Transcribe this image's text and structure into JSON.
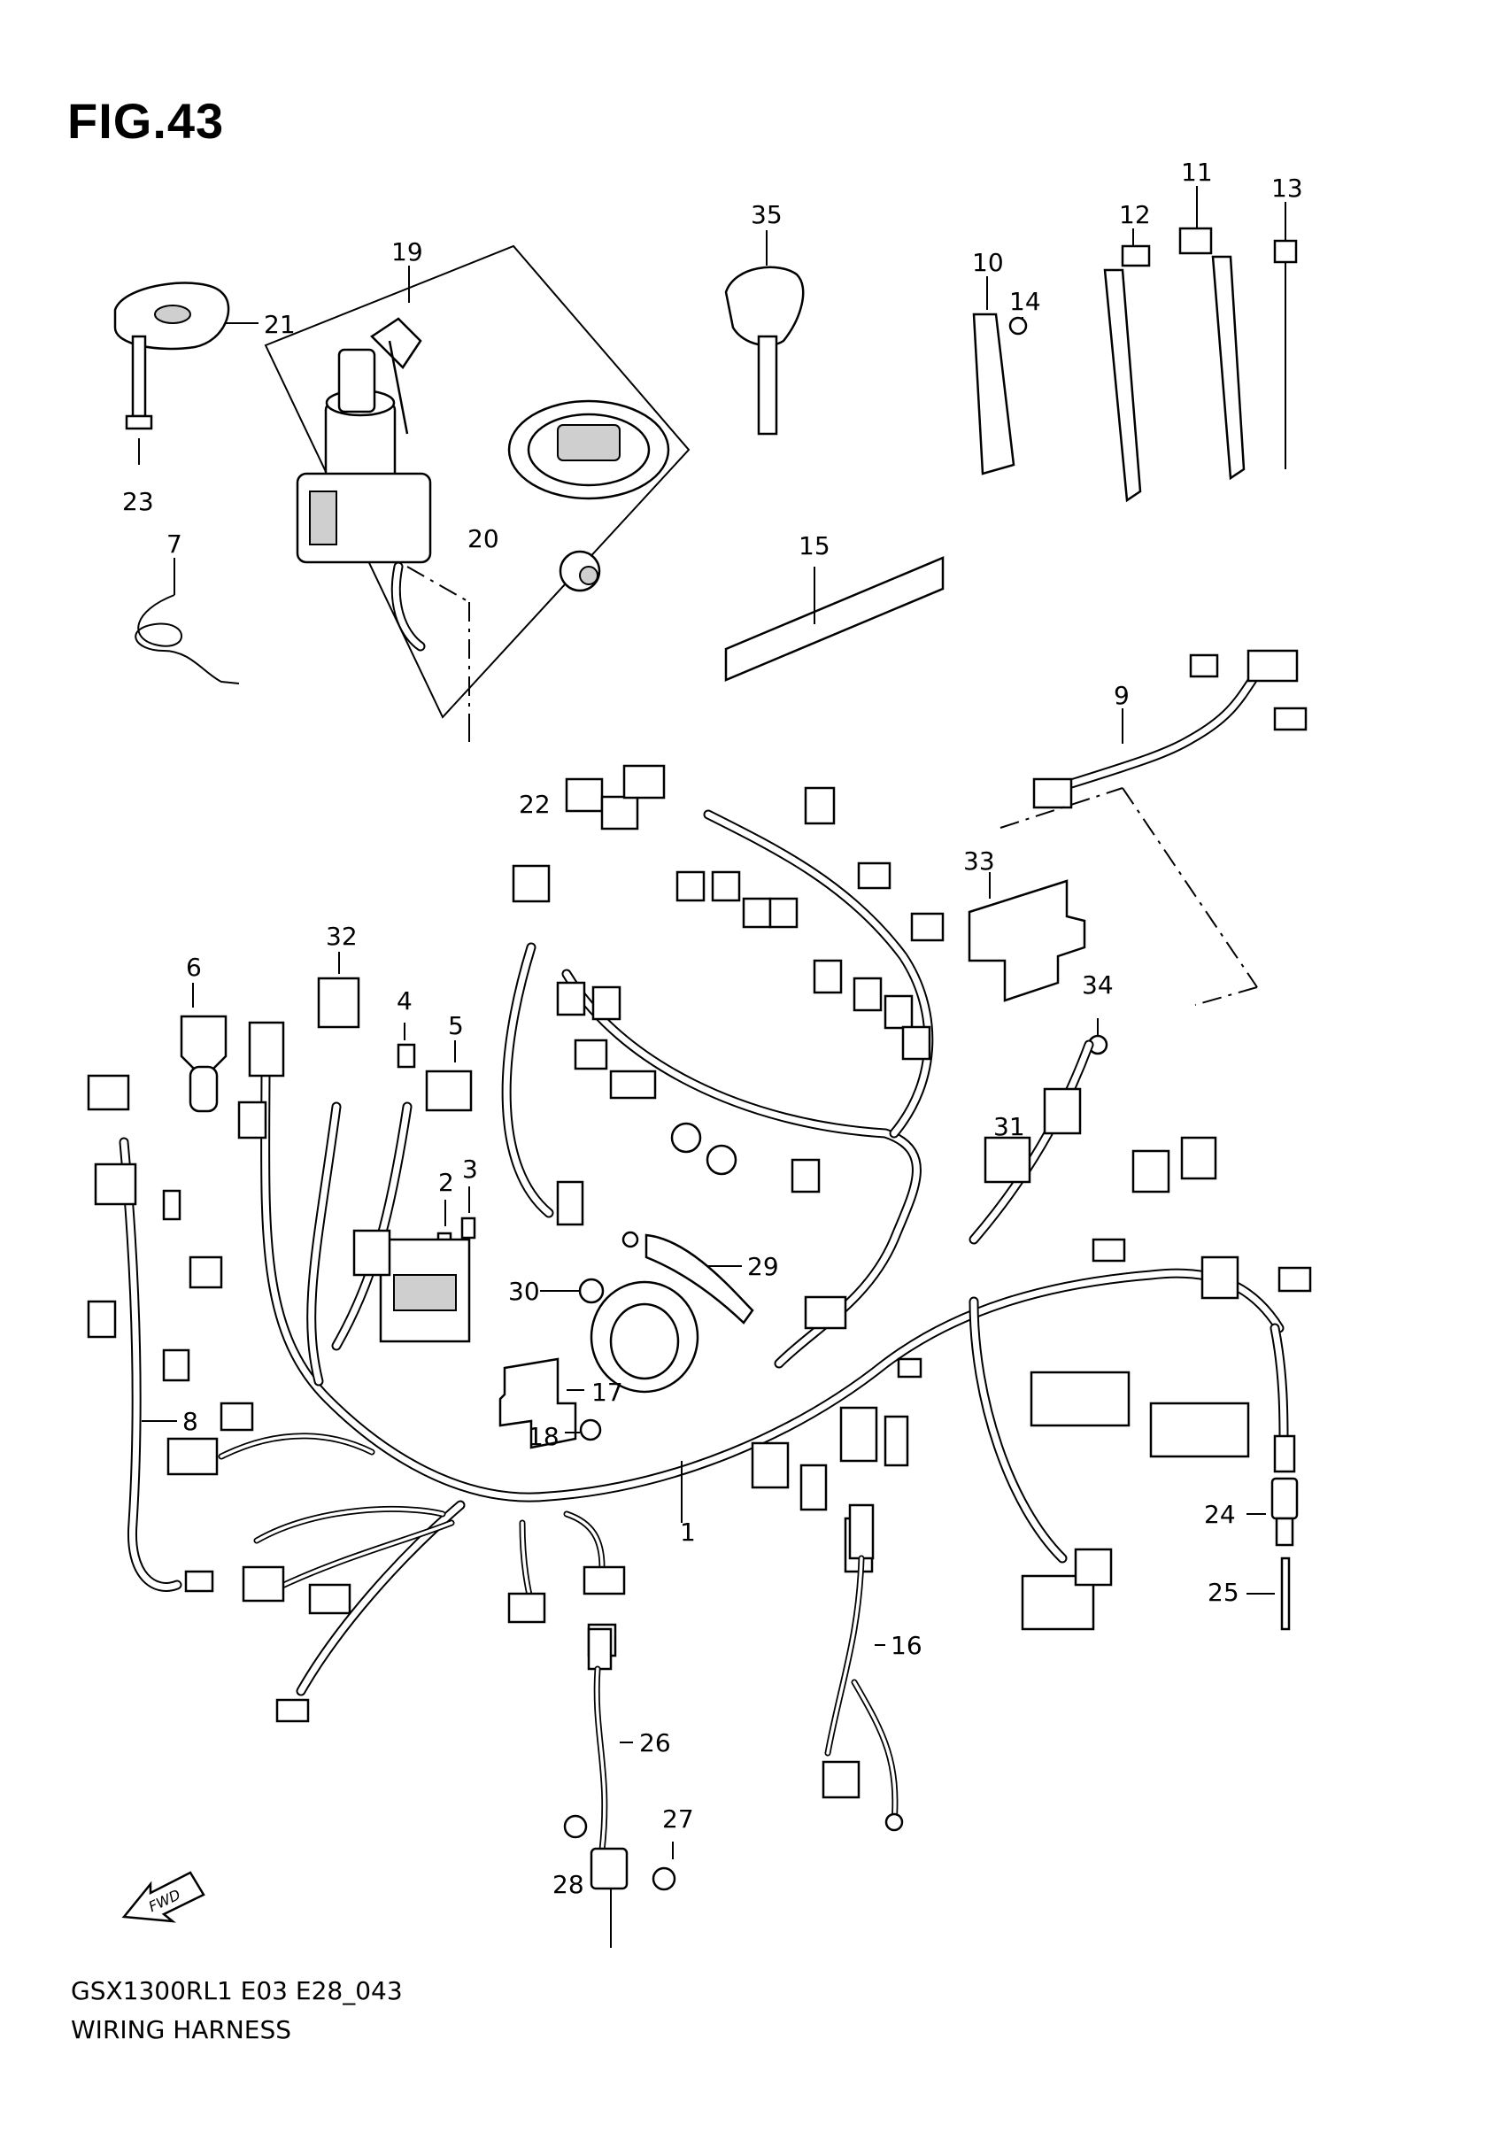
{
  "figure": {
    "title": "FIG.43",
    "model_code": "GSX1300RL1 E03 E28_043",
    "caption": "WIRING HARNESS",
    "fwd_label": "FWD"
  },
  "callouts": [
    "1",
    "2",
    "3",
    "4",
    "5",
    "6",
    "7",
    "8",
    "9",
    "10",
    "11",
    "12",
    "13",
    "14",
    "15",
    "16",
    "17",
    "18",
    "19",
    "20",
    "21",
    "22",
    "23",
    "24",
    "25",
    "26",
    "27",
    "28",
    "29",
    "30",
    "31",
    "32",
    "33",
    "34",
    "35"
  ]
}
